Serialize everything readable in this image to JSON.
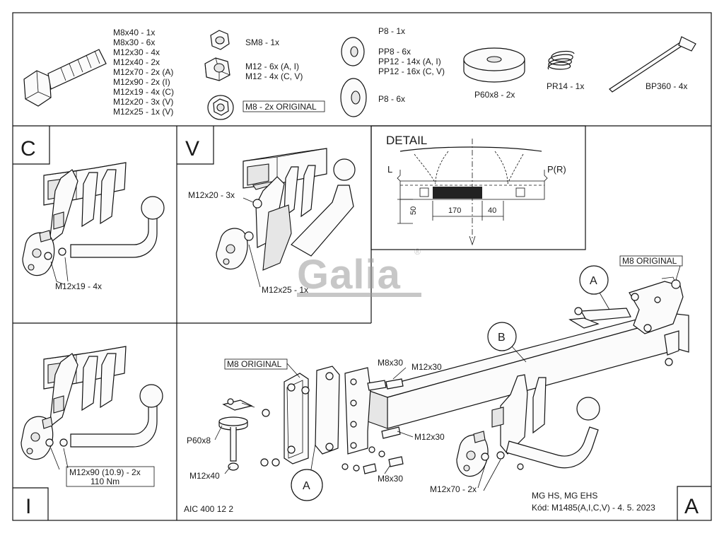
{
  "hardware": {
    "bolts": [
      "M8x40 - 1x",
      "M8x30 - 6x",
      "M12x30 - 4x",
      "M12x40 - 2x",
      "M12x70 - 2x (A)",
      "M12x90 - 2x (I)",
      "M12x19 - 4x (C)",
      "M12x20 - 3x (V)",
      "M12x25 - 1x (V)"
    ],
    "nut_sm8": "SM8 - 1x",
    "nuts_m12": [
      "M12 - 6x (A, I)",
      "M12 - 4x (C, V)"
    ],
    "nut_m8_original": "M8 - 2x ORIGINAL",
    "washer_p8_top": "P8 - 1x",
    "washers_pp": [
      "PP8 - 6x",
      "PP12 - 14x (A, I)",
      "PP12 - 16x (C, V)"
    ],
    "washer_p8_bottom": "P8 - 6x",
    "spacer": "P60x8 - 2x",
    "spring": "PR14 - 1x",
    "tie": "BP360 - 4x"
  },
  "variants": {
    "c": {
      "letter": "C",
      "callout": "M12x19 - 4x"
    },
    "v": {
      "letter": "V",
      "callout_top": "M12x20 - 3x",
      "callout_bottom": "M12x25 - 1x"
    },
    "i": {
      "letter": "I",
      "callout_line1": "M12x90 (10.9) - 2x",
      "callout_line2": "110 Nm"
    }
  },
  "detail": {
    "title": "DETAIL",
    "left": "L",
    "right": "P(R)",
    "dim_170": "170",
    "dim_40": "40",
    "dim_50": "50"
  },
  "logo": {
    "text": "Galia",
    "mark": "®"
  },
  "main": {
    "label_a": "A",
    "label_b": "B",
    "m8_original": "M8 ORIGINAL",
    "m8x30": "M8x30",
    "m12x30": "M12x30",
    "p60x8": "P60x8",
    "m12x40": "M12x40",
    "m12x70": "M12x70 - 2x"
  },
  "footer": {
    "code_left": "AIC 400 12 2",
    "models": "MG HS, MG EHS",
    "kod": "Kód: M1485(A,I,C,V) - 4. 5. 2023",
    "corner_letter": "A"
  }
}
